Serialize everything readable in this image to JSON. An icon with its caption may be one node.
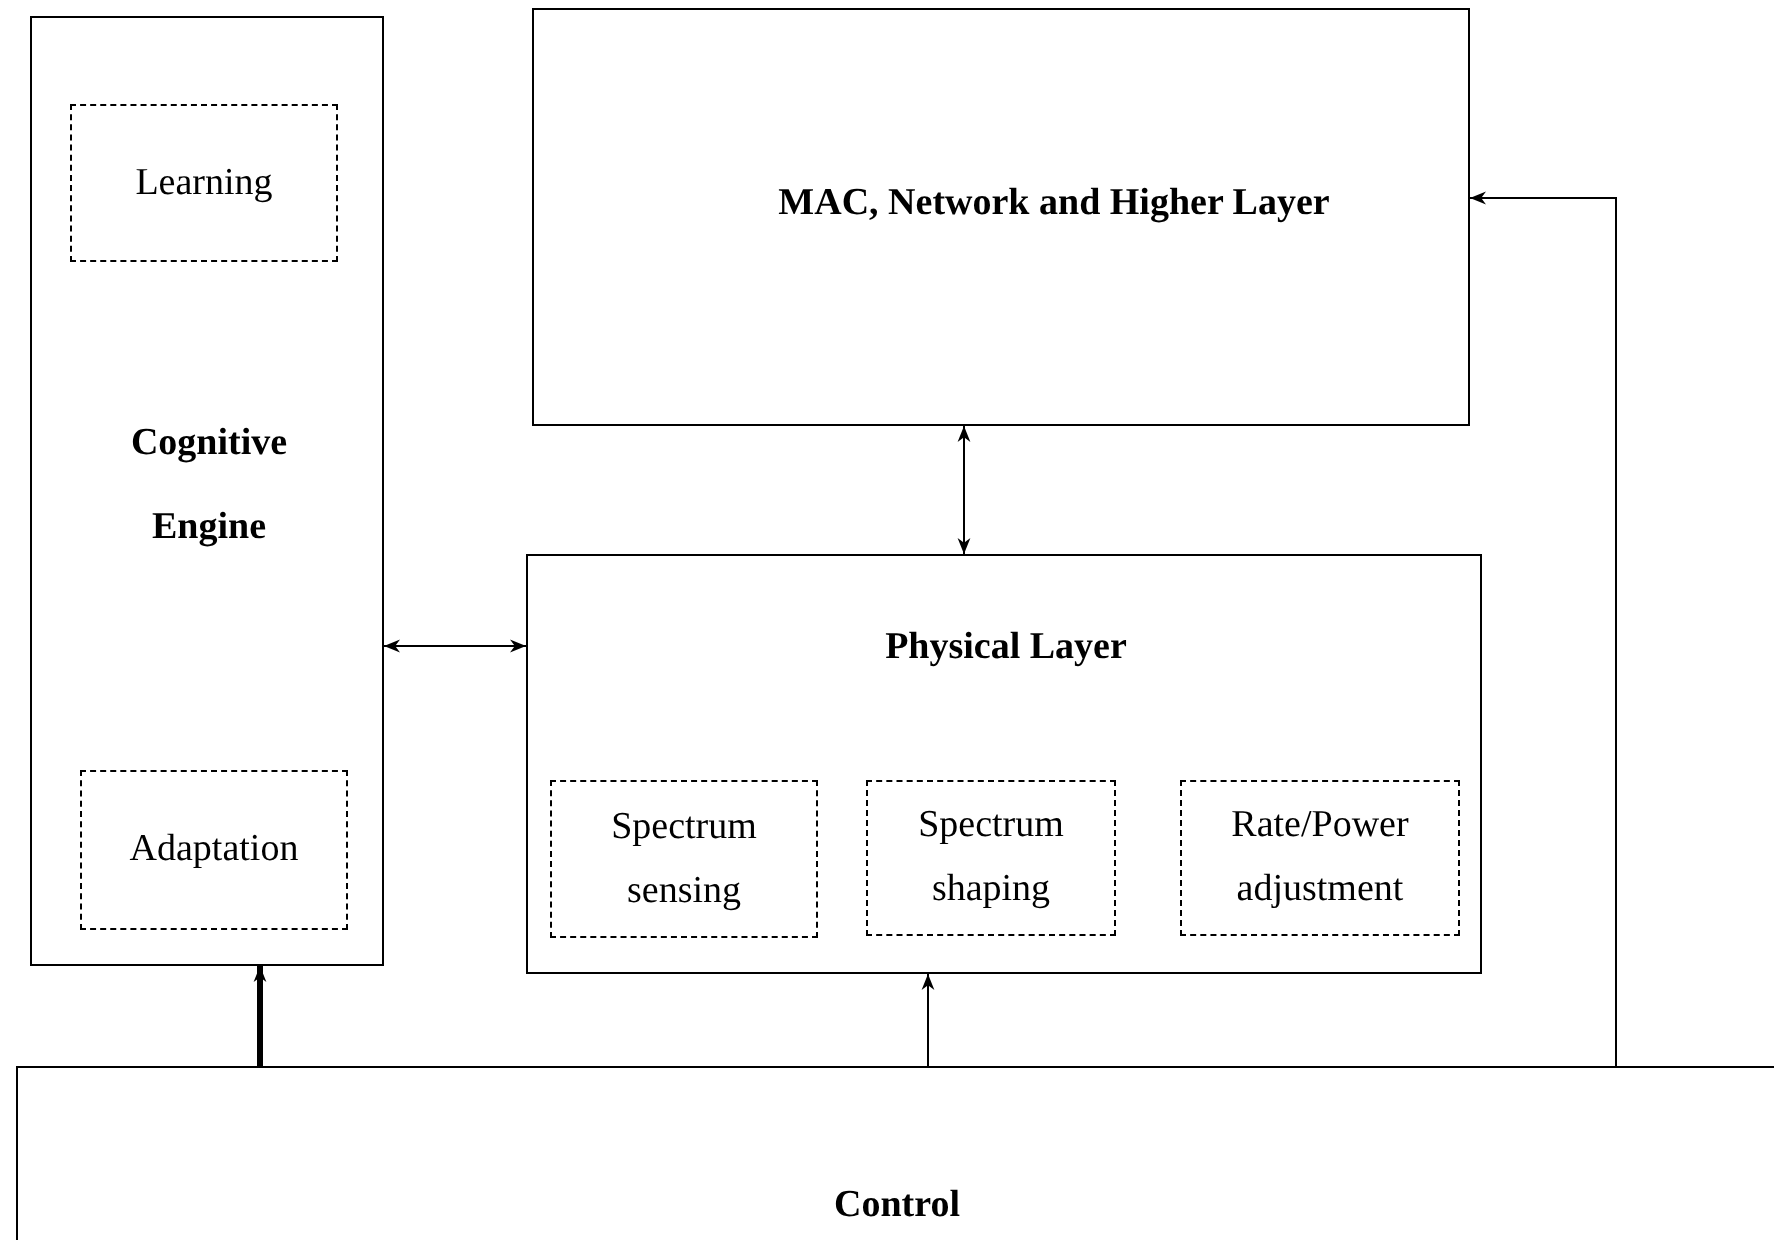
{
  "diagram": {
    "nodes": [
      {
        "text": [
          "Cognitive Engine"
        ]
      },
      {
        "text": [
          "Learning"
        ],
        "in": 0
      },
      {
        "text": [
          "Adaptation"
        ],
        "in": 0
      },
      {
        "text": [
          "MAC, Network and Higher Layer"
        ]
      },
      {
        "text": [
          "Physical Layer"
        ]
      },
      {
        "text": [
          "Spectrum sensing"
        ],
        "in": 4
      },
      {
        "text": [
          "Spectrum shaping"
        ],
        "in": 4
      },
      {
        "text": [
          "Rate/Power adjustment"
        ],
        "in": 4
      },
      {
        "text": [
          "Control"
        ]
      }
    ],
    "edges": [
      {
        "from": 0,
        "to": 4,
        "arrow": "both"
      },
      {
        "from": 3,
        "to": 4,
        "arrow": "both"
      },
      {
        "from": 8,
        "to": 0,
        "arrow": "to",
        "style": "thick"
      },
      {
        "from": 8,
        "to": 4,
        "arrow": "to"
      },
      {
        "from": 8,
        "to": 3,
        "arrow": "to"
      }
    ]
  }
}
